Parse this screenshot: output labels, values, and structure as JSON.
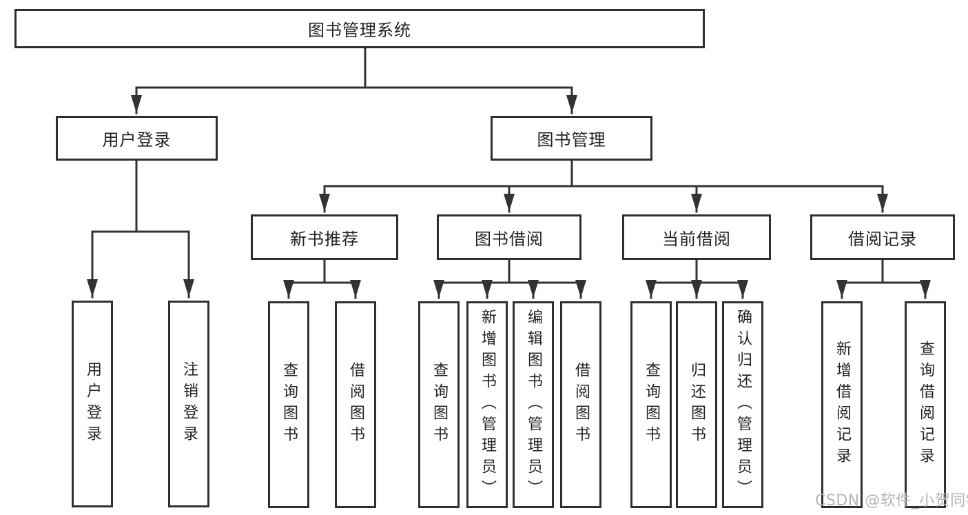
{
  "diagram": {
    "root": {
      "label": "图书管理系统"
    },
    "branches": [
      {
        "label": "用户登录",
        "leaves": [
          {
            "label": "用户登录"
          },
          {
            "label": "注销登录"
          }
        ]
      },
      {
        "label": "图书管理",
        "sections": [
          {
            "label": "新书推荐",
            "leaves": [
              {
                "label": "查询图书"
              },
              {
                "label": "借阅图书"
              }
            ]
          },
          {
            "label": "图书借阅",
            "leaves": [
              {
                "label": "查询图书"
              },
              {
                "label": "新增图书（管理员）"
              },
              {
                "label": "编辑图书（管理员）"
              },
              {
                "label": "借阅图书"
              }
            ]
          },
          {
            "label": "当前借阅",
            "leaves": [
              {
                "label": "查询图书"
              },
              {
                "label": "归还图书"
              },
              {
                "label": "确认归还（管理员）"
              }
            ]
          },
          {
            "label": "借阅记录",
            "leaves": [
              {
                "label": "新增借阅记录"
              },
              {
                "label": "查询借阅记录"
              }
            ]
          }
        ]
      }
    ]
  },
  "watermark": {
    "text": "CSDN @软件_小贺同学"
  },
  "colors": {
    "line": "#333333",
    "border": "#2f2f2f",
    "text": "#222222",
    "watermark": "#b5b5b5",
    "bg": "#ffffff"
  }
}
